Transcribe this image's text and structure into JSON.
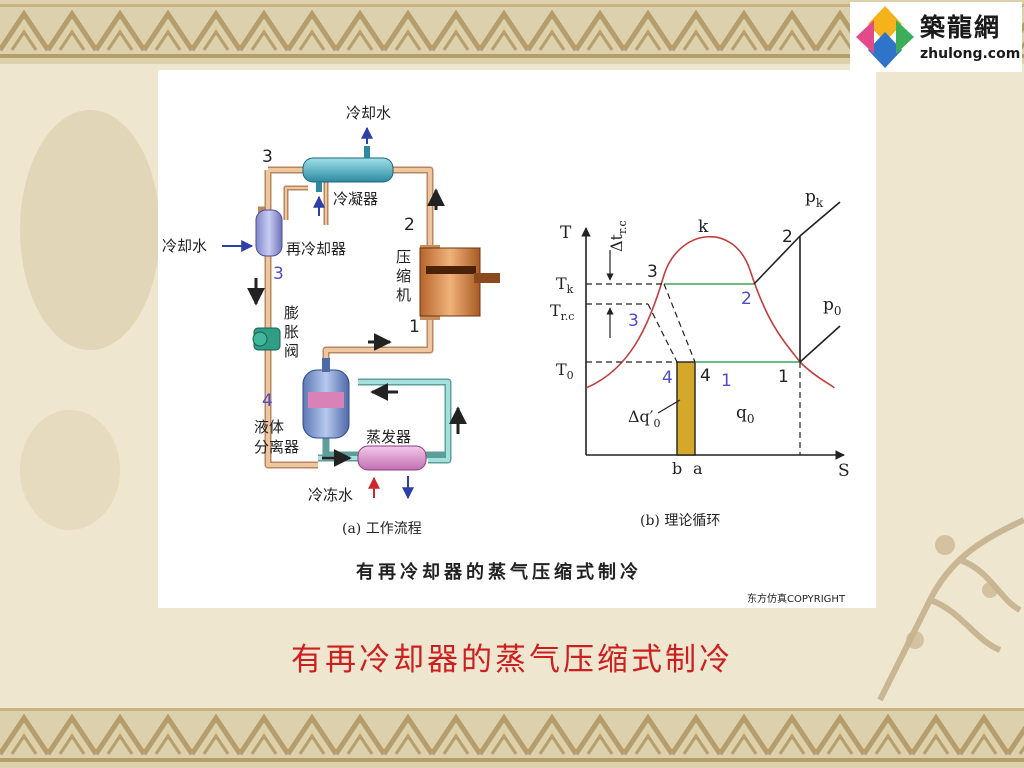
{
  "logo": {
    "name_cn": "築龍網",
    "name_en": "zhulong.com"
  },
  "schematic": {
    "cooling_water_top": "冷却水",
    "condenser": "冷凝器",
    "cooling_water_left": "冷却水",
    "subcooler": "再冷却器",
    "compressor": [
      "压",
      "缩",
      "机"
    ],
    "expansion_valve": [
      "膨",
      "胀",
      "阀"
    ],
    "separator": [
      "液体",
      "分离器"
    ],
    "evaporator": "蒸发器",
    "chilled_water": "冷冻水",
    "points": {
      "p1": "1",
      "p2": "2",
      "p3_black": "3",
      "p3_blue": "3",
      "p4_blue": "4"
    },
    "caption": "(a) 工作流程"
  },
  "ts_diagram": {
    "axis_t": "T",
    "axis_s": "S",
    "tk": "T",
    "tk_sub": "k",
    "trc": "T",
    "trc_sub": "r.c",
    "t0": "T",
    "t0_sub": "0",
    "dtrc": "Δt",
    "dtrc_sub": "r.c",
    "crit": "k",
    "pk": "p",
    "pk_sub": "k",
    "p0": "p",
    "p0_sub": "0",
    "pt_2_top": "2",
    "pt_2_blue": "2",
    "pt_3": "3",
    "pt_3_blue": "3",
    "pt_4_blue": "4",
    "pt_4": "4",
    "pt_1_blue": "1",
    "pt_1": "1",
    "dq0": "Δq′",
    "dq0_sub": "0",
    "q0": "q",
    "q0_sub": "0",
    "b": "b",
    "a": "a",
    "caption": "(b) 理论循环"
  },
  "figure_title": "有再冷却器的蒸气压缩式制冷",
  "copyright": "东方仿真COPYRIGHT",
  "slide_caption": "有再冷却器的蒸气压缩式制冷",
  "colors": {
    "caption_red": "#cc1f1f",
    "pipe_tan": "#d9a77e",
    "pipe_teal": "#8ac6c4",
    "saturation_curve": "#c43d3d",
    "isotherm_green": "#3aa55a",
    "shaded_area": "#d4a92a",
    "blue_label": "#4d4dc4"
  }
}
